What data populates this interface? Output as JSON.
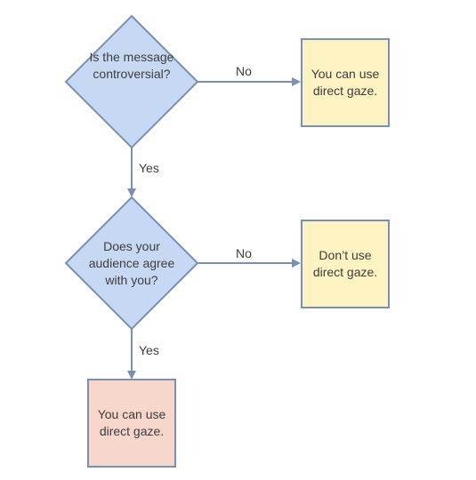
{
  "decisions": [
    {
      "text": "Is the message controversial?"
    },
    {
      "text": "Does your audience agree with you?"
    }
  ],
  "outcomes": [
    {
      "text": "You can use direct gaze."
    },
    {
      "text": "Don’t use direct gaze."
    },
    {
      "text": "You can use direct gaze."
    }
  ],
  "edges": {
    "no1": "No",
    "yes1": "Yes",
    "no2": "No",
    "yes2": "Yes"
  },
  "colors": {
    "diamond_fill": "#c7d9f2",
    "stroke": "#7a8fb4",
    "outcome_yellow": "#fdf2c2",
    "outcome_pink": "#f7d6cb"
  }
}
